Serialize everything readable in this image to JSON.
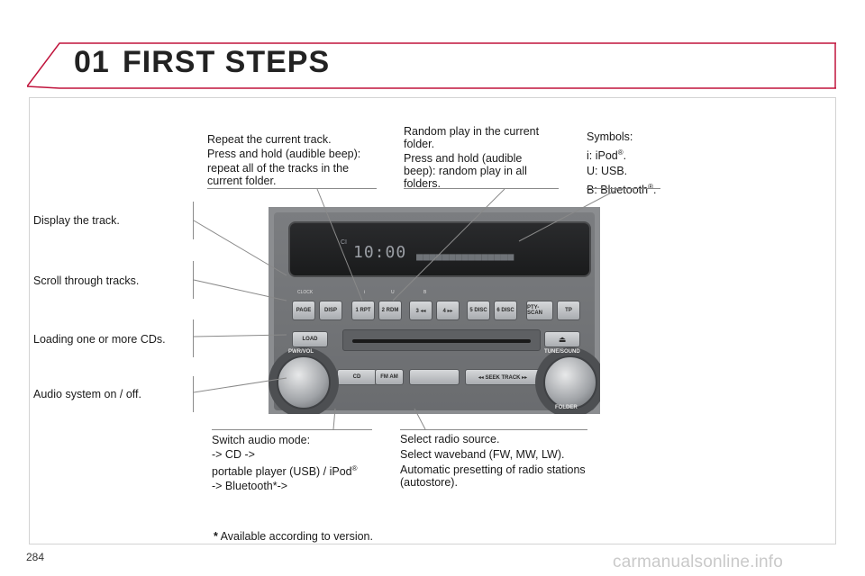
{
  "header": {
    "chapter_number": "01",
    "chapter_title": "FIRST STEPS"
  },
  "callouts": {
    "repeat": {
      "line1": "Repeat the current track.",
      "line2": "Press and hold (audible beep):",
      "line3": "repeat all of the tracks in the current folder."
    },
    "random": {
      "line1": "Random play in the current folder.",
      "line2": "Press and hold (audible beep): random play in all folders."
    },
    "symbols": {
      "heading": "Symbols:",
      "ipod_prefix": "i: iPod",
      "ipod_sup": "®",
      "ipod_suffix": ".",
      "usb": "U: USB.",
      "bt_prefix": "B: Bluetooth",
      "bt_sup": "®",
      "bt_suffix": "."
    },
    "display_track": "Display the track.",
    "scroll_tracks": "Scroll through tracks.",
    "loading_cds": "Loading one or more CDs.",
    "audio_onoff": "Audio system on / off.",
    "switch_audio": {
      "line1": "Switch audio mode:",
      "line2": "-> CD ->",
      "line3_prefix": "portable player (USB) / iPod",
      "line3_sup": "®",
      "line4": "-> Bluetooth*->"
    },
    "select_radio": {
      "line1": "Select radio source.",
      "line2": "Select waveband (FW, MW, LW).",
      "line3": "Automatic presetting of radio stations (autostore)."
    }
  },
  "footnote": {
    "star": "*",
    "text": "Available according to version."
  },
  "page_number": "284",
  "watermark": "carmanualsonline.info",
  "radio": {
    "display_clock": "10:00",
    "display_ci": "CI",
    "display_segments": "■■■■■■■■■■■■■■■",
    "top_labels": {
      "clock": "CLOCK",
      "i": "i",
      "u": "U",
      "b": "B"
    },
    "buttons": {
      "page": "PAGE",
      "disp": "DISP",
      "rpt": "1 RPT",
      "rdm": "2 RDM",
      "rew": "3 ◂◂",
      "ff": "4 ▸▸",
      "disc_minus": "5 DISC",
      "disc_plus": "6 DISC",
      "pty_scan": "PTY-SCAN",
      "tp": "TP",
      "load": "LOAD",
      "eject": "⏏",
      "cd": "CD",
      "fm_am": "FM AM",
      "seek_track": "◂◂ SEEK TRACK ▸▸"
    },
    "knobs": {
      "left": "PWR/VOL",
      "right_top": "TUNE/SOUND",
      "right_bottom": "FOLDER"
    }
  },
  "colors": {
    "accent": "#c0143c",
    "rule": "#8a8a8a"
  }
}
